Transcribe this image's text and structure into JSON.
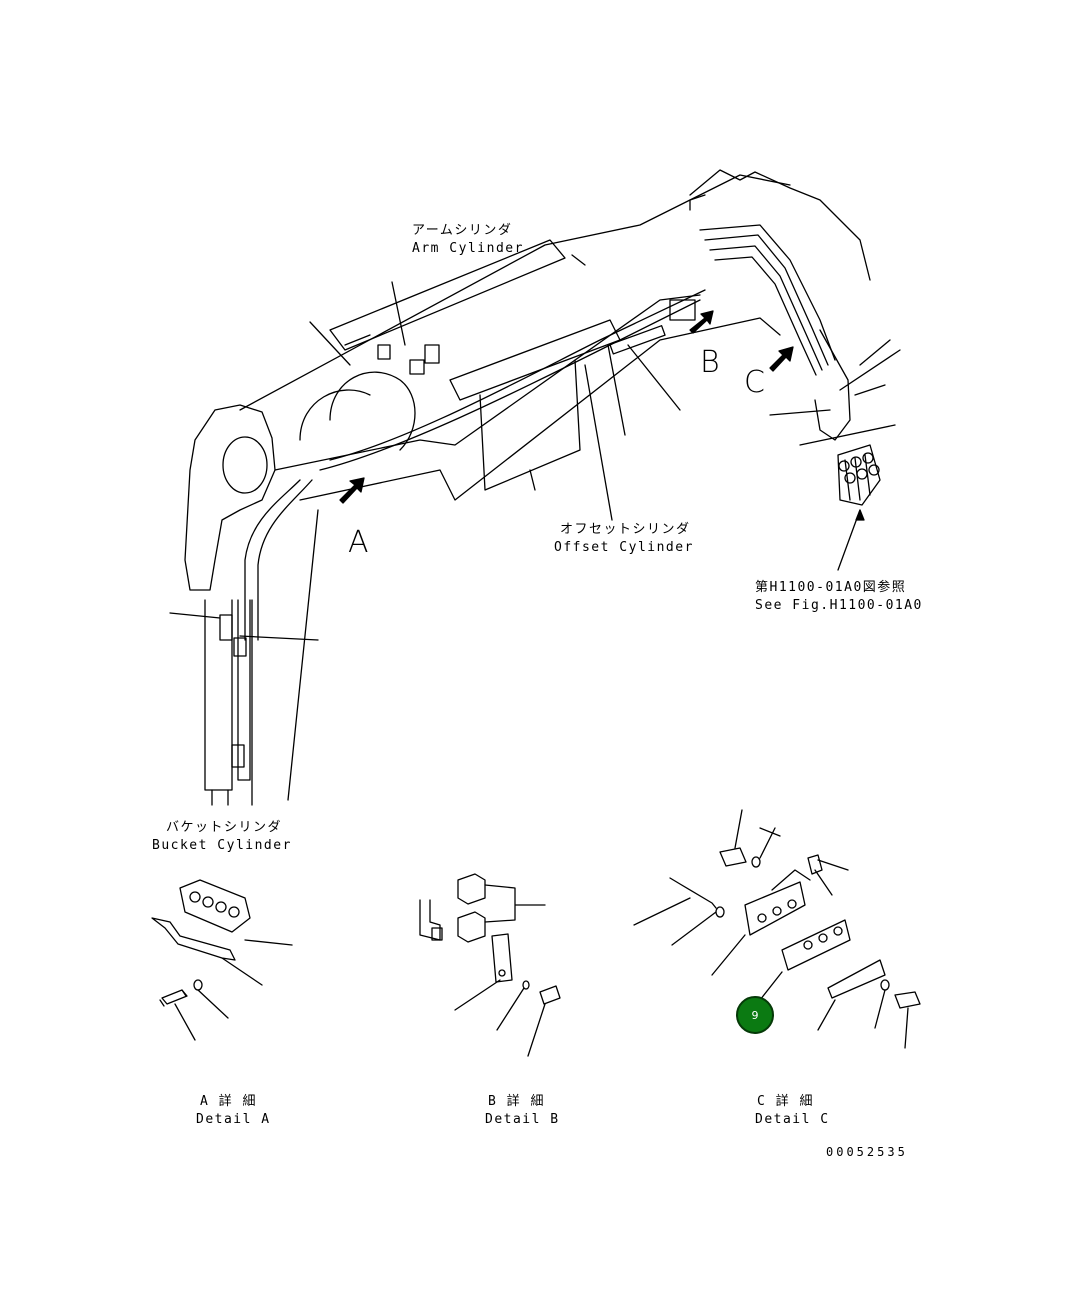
{
  "labels": {
    "arm_cylinder_jp": "アームシリンダ",
    "arm_cylinder_en": "Arm Cylinder",
    "offset_cylinder_jp": "オフセットシリンダ",
    "offset_cylinder_en": "Offset Cylinder",
    "bucket_cylinder_jp": "バケットシリンダ",
    "bucket_cylinder_en": "Bucket Cylinder",
    "see_fig_jp": "第H1100-01A0図参照",
    "see_fig_en": "See Fig.H1100-01A0"
  },
  "arrow_letters": {
    "a": "A",
    "b": "B",
    "c": "C"
  },
  "details": [
    {
      "jp": "A 詳 細",
      "en": "Detail A"
    },
    {
      "jp": "B 詳 細",
      "en": "Detail B"
    },
    {
      "jp": "C 詳 細",
      "en": "Detail C"
    }
  ],
  "callout": {
    "number": "9",
    "color": "#0b7a12"
  },
  "document_number": "00052535"
}
